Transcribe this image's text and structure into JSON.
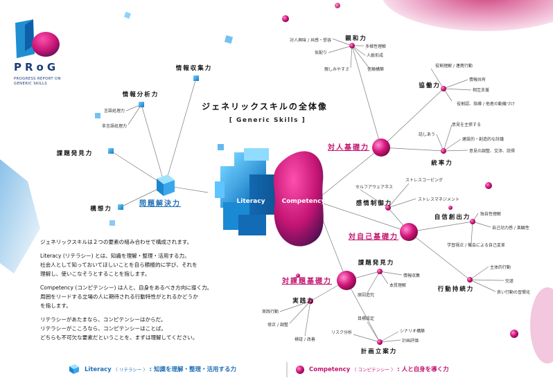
{
  "brand": {
    "title": "PRoG",
    "subtitle_1": "PROGRESS REPORT ON",
    "subtitle_2": "GENERIC SKILLS"
  },
  "header": {
    "title": "ジェネリックスキルの全体像",
    "subtitle": "[ Generic Skills ]"
  },
  "center": {
    "literacy": "Literacy",
    "competency": "Competency"
  },
  "literacy_side": {
    "hub": "問題解決力",
    "groups": [
      {
        "label": "情報収集力",
        "items": []
      },
      {
        "label": "情報分析力",
        "items": [
          "言語処理力",
          "非言語処理力"
        ]
      },
      {
        "label": "課題発見力",
        "items": []
      },
      {
        "label": "構想力",
        "items": []
      }
    ]
  },
  "competency_side": {
    "hubs": {
      "interpersonal": "対人基礎力",
      "self": "対自己基礎力",
      "task": "対課題基礎力"
    },
    "groups": {
      "affinity": {
        "label": "親和力",
        "items": [
          "対人興味 / 共感・受容",
          "多様性理解",
          "気配り",
          "人脈形成",
          "親しみやすさ",
          "信頼構築"
        ]
      },
      "cooperation": {
        "label": "協働力",
        "items": [
          "役割理解 / 連携行動",
          "情報共有",
          "相互支援",
          "役割認、指導 / 他者の動機づけ"
        ]
      },
      "leadership": {
        "label": "統率力",
        "items": [
          "意見を主張する",
          "話しあう",
          "建設的・創造的な討議",
          "意見の調整、交渉、説得"
        ]
      },
      "emotion": {
        "label": "感情制御力",
        "items": [
          "セルフアウェアネス",
          "ストレスコーピング",
          "ストレスマネジメント"
        ]
      },
      "confidence": {
        "label": "自信創出力",
        "items": [
          "独自性理解",
          "自己効力感 / 楽観性",
          "学習視点 / 機会による自己変革"
        ]
      },
      "persistence": {
        "label": "行動持続力",
        "items": [
          "主体的行動",
          "完遂",
          "良い行動の習慣化"
        ]
      },
      "discovery": {
        "label": "課題発見力",
        "items": [
          "情報収集",
          "本質理解",
          "原因追究"
        ]
      },
      "execution": {
        "label": "実践力",
        "items": [
          "実践行動",
          "修正 / 調整",
          "検証 / 改善"
        ]
      },
      "planning": {
        "label": "計画立案力",
        "items": [
          "目標設定",
          "シナリオ構築",
          "リスク分析",
          "計画評価"
        ]
      }
    }
  },
  "description": {
    "p1": "ジェネリックスキルは２つの要素の組み合わせで構成されます。",
    "p2_1": "Literacy (リテラシー) とは、知識を理解・整理・活用する力。",
    "p2_2": "社会人として知っておいてほしいことを自ら積極的に学び、それを",
    "p2_3": "理解し、使いこなそうとすることを指します。",
    "p3_1": "Competency (コンピテンシー) は人と、自身をあるべき方向に導く力。",
    "p3_2": "周囲をリードする立場の人に期待される行動特性がとれるかどうか",
    "p3_3": "を指します。",
    "p4_1": "リテラシーがあたまなら、コンピテンシーはからだ。",
    "p4_2": "リテラシーがこころなら、コンピテンシーはことば。",
    "p4_3": "どちらも不可欠な要素だということを、まずは理解してください。"
  },
  "legend": {
    "literacy_name": "Literacy",
    "literacy_kana": "〈 リテラシー 〉",
    "literacy_desc": ": 知識を理解・整理・活用する力",
    "competency_name": "Competency",
    "competency_kana": "〈 コンピテンシー 〉",
    "competency_desc": ": 人と自身を導く力"
  },
  "colors": {
    "blue": "#1f8fd1",
    "blue_dark": "#1a3c7a",
    "magenta": "#d6177d",
    "pink_bg": "#c81b6e"
  }
}
